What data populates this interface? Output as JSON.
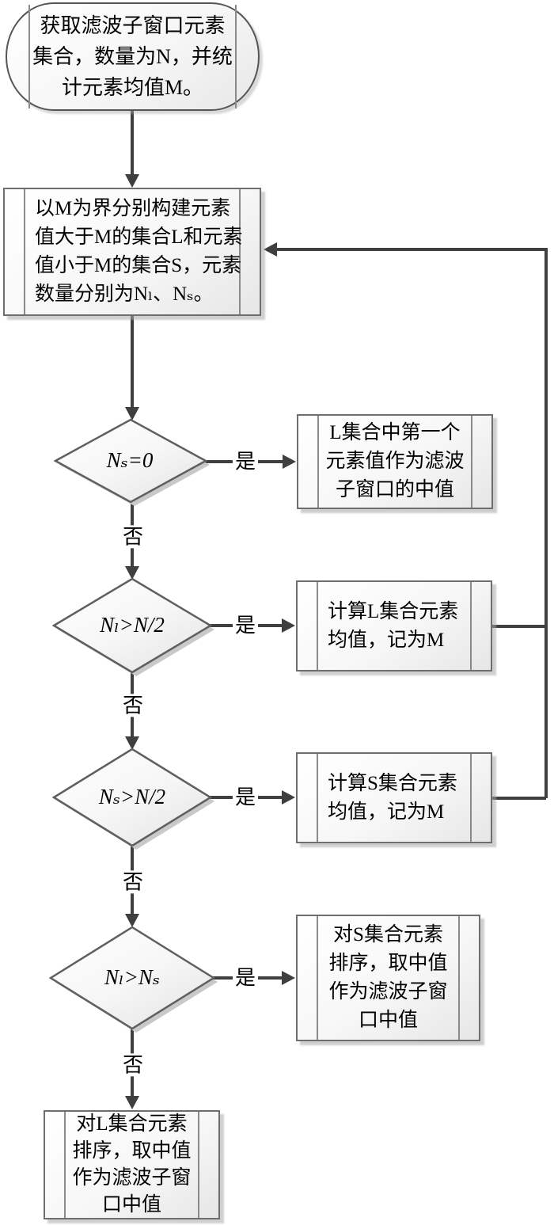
{
  "colors": {
    "connector": "#3f3f3f",
    "shape_border": "#6e6e6e",
    "shape_fill_top": "#ffffff",
    "shape_fill_bottom": "#e6e6e6",
    "shape_shadow": "#c9c9c9",
    "text": "#000000",
    "background": "#ffffff"
  },
  "flowchart": {
    "start": {
      "lines": [
        "获取滤波子窗口元素",
        "集合，数量为N，并统",
        "计元素均值M。"
      ]
    },
    "build_sets": {
      "lines": [
        "以M为界分别构建元素",
        "值大于M的集合L和元素",
        "值小于M的集合S，元素",
        "数量分别为Nₗ、Nₛ。"
      ]
    },
    "decisions": [
      {
        "label": "Nₛ=0"
      },
      {
        "label": "Nₗ>N/2"
      },
      {
        "label": "Nₛ>N/2"
      },
      {
        "label": "Nₗ>Nₛ"
      }
    ],
    "yes_label": "是",
    "no_label": "否",
    "result_first_l": {
      "lines": [
        "L集合中第一个",
        "元素值作为滤波",
        "子窗口的中值"
      ]
    },
    "recalc_mean_l": {
      "lines": [
        "计算L集合元素",
        "均值，记为M"
      ]
    },
    "recalc_mean_s": {
      "lines": [
        "计算S集合元素",
        "均值，记为M"
      ]
    },
    "sort_s": {
      "lines": [
        "对S集合元素",
        "排序，取中值",
        "作为滤波子窗",
        "口中值"
      ]
    },
    "sort_l": {
      "lines": [
        "对L集合元素",
        "排序，取中值",
        "作为滤波子窗",
        "口中值"
      ]
    }
  }
}
